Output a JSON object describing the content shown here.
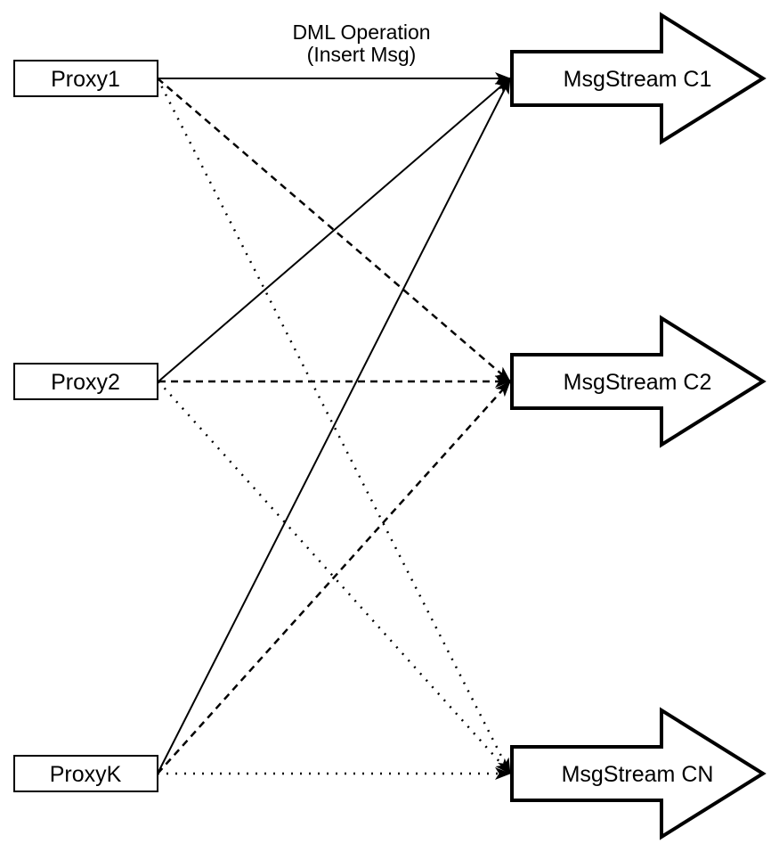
{
  "diagram": {
    "annotation": {
      "line1": "DML Operation",
      "line2": "(Insert Msg)"
    },
    "proxies": [
      {
        "label": "Proxy1"
      },
      {
        "label": "Proxy2"
      },
      {
        "label": "ProxyK"
      }
    ],
    "streams": [
      {
        "label": "MsgStream C1",
        "edge_style": "solid"
      },
      {
        "label": "MsgStream C2",
        "edge_style": "dashed"
      },
      {
        "label": "MsgStream CN",
        "edge_style": "dotted"
      }
    ],
    "edges": [
      {
        "from": "Proxy1",
        "to": "MsgStream C1",
        "style": "solid"
      },
      {
        "from": "Proxy2",
        "to": "MsgStream C1",
        "style": "solid"
      },
      {
        "from": "ProxyK",
        "to": "MsgStream C1",
        "style": "solid"
      },
      {
        "from": "Proxy1",
        "to": "MsgStream C2",
        "style": "dashed"
      },
      {
        "from": "Proxy2",
        "to": "MsgStream C2",
        "style": "dashed"
      },
      {
        "from": "ProxyK",
        "to": "MsgStream C2",
        "style": "dashed"
      },
      {
        "from": "Proxy1",
        "to": "MsgStream CN",
        "style": "dotted"
      },
      {
        "from": "Proxy2",
        "to": "MsgStream CN",
        "style": "dotted"
      },
      {
        "from": "ProxyK",
        "to": "MsgStream CN",
        "style": "dotted"
      }
    ],
    "colors": {
      "stroke": "#000000",
      "fill": "#ffffff",
      "text": "#000000",
      "background": "#ffffff"
    }
  }
}
